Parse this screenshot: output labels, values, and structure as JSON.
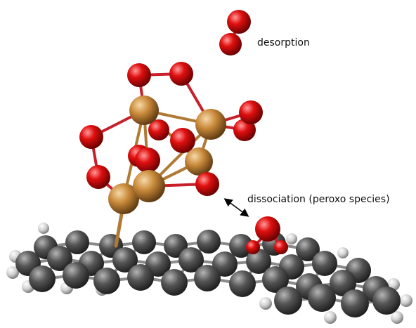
{
  "annotations": {
    "desorption": "desorption",
    "dissociation": "dissociation (peroxo species)"
  },
  "colors": {
    "copper": "#c98a3a",
    "oxygen": "#e01010",
    "carbon": "#4a4a4a",
    "hydrogen": "#d8d8d8",
    "bond_copper": "#b07a35",
    "bond_carbon": "#8a8a8a",
    "arrow": "#000000"
  },
  "atom_types": [
    "copper",
    "oxygen",
    "carbon",
    "hydrogen"
  ]
}
